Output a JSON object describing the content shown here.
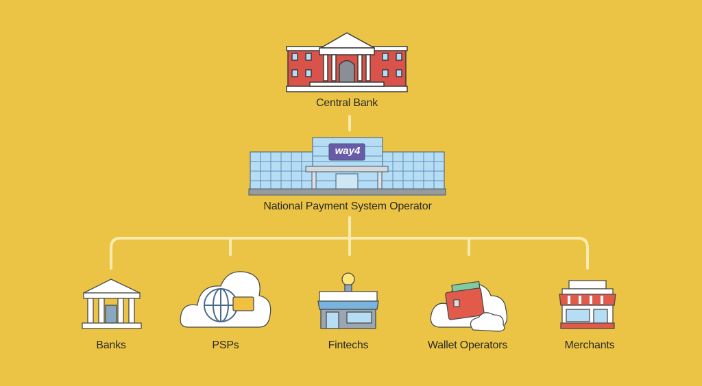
{
  "colors": {
    "background": "#ECC445",
    "connector": "#FBEBB0",
    "brick": "#D9534A",
    "glass": "#B7DDF5",
    "logo": "#6A5BA8"
  },
  "top": {
    "label": "Central Bank"
  },
  "operator": {
    "label": "National Payment System Operator",
    "logo_text": "way4"
  },
  "participants": [
    {
      "label": "Banks",
      "icon": "bank-icon"
    },
    {
      "label": "PSPs",
      "icon": "cloud-globe-card-icon"
    },
    {
      "label": "Fintechs",
      "icon": "store-lightbulb-icon"
    },
    {
      "label": "Wallet Operators",
      "icon": "cloud-wallet-icon"
    },
    {
      "label": "Merchants",
      "icon": "shop-awning-icon"
    }
  ]
}
